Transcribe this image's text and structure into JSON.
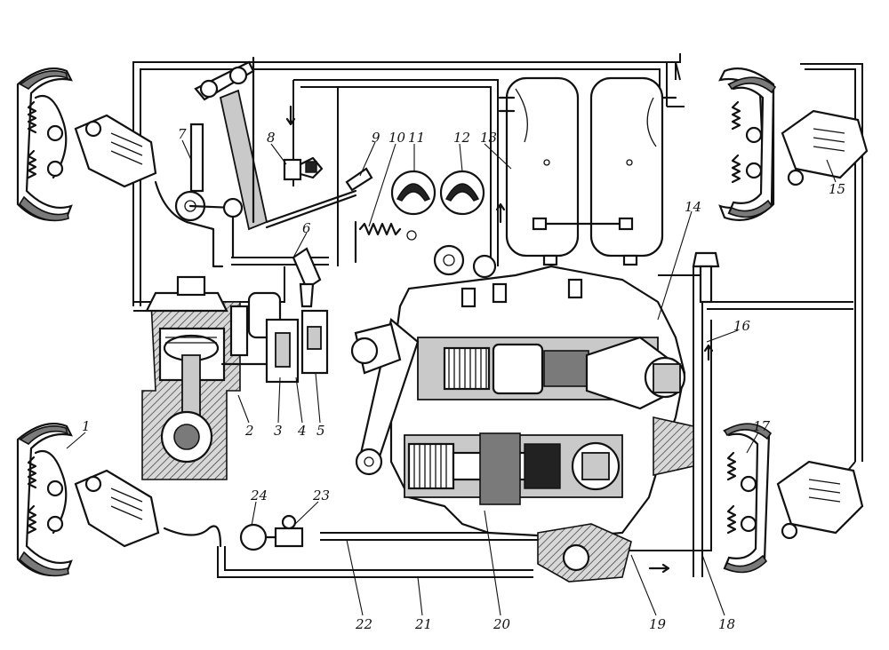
{
  "labels": [
    "1",
    "2",
    "3",
    "4",
    "5",
    "6",
    "7",
    "8",
    "9",
    "10",
    "11",
    "12",
    "13",
    "14",
    "15",
    "16",
    "17",
    "18",
    "19",
    "20",
    "21",
    "22",
    "23",
    "24"
  ],
  "colors": {
    "line": "#111111",
    "background": "#ffffff",
    "shade": "#c9c9c9",
    "dark": "#7a7a7a"
  }
}
